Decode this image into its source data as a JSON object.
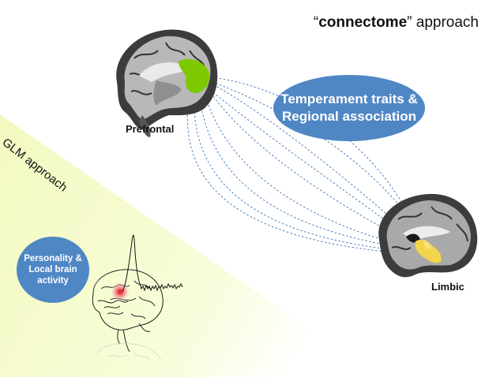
{
  "title": {
    "quoted": "connectome",
    "rest": " approach"
  },
  "labels": {
    "prefrontal": "Prefrontal",
    "limbic": "Limbic",
    "glm": "GLM approach"
  },
  "bubbles": {
    "connectome_line1": "Temperament traits &",
    "connectome_line2": "Regional association",
    "glm_line1": "Personality &",
    "glm_line2": "Local brain",
    "glm_line3": "activity"
  },
  "colors": {
    "bubble_blue": "#4f87c5",
    "dotted_lines": "#4a7fbf",
    "prefrontal_highlight": "#7ec800",
    "limbic_highlight": "#f2d54a",
    "glm_background": "#f6fbc8",
    "activity_spot": "#e8303a"
  },
  "icons": {
    "prefrontal_brain": "brain-sagittal-icon",
    "limbic_brain": "brain-sagittal-icon",
    "glm_brain": "brain-lateral-sketch-icon"
  }
}
